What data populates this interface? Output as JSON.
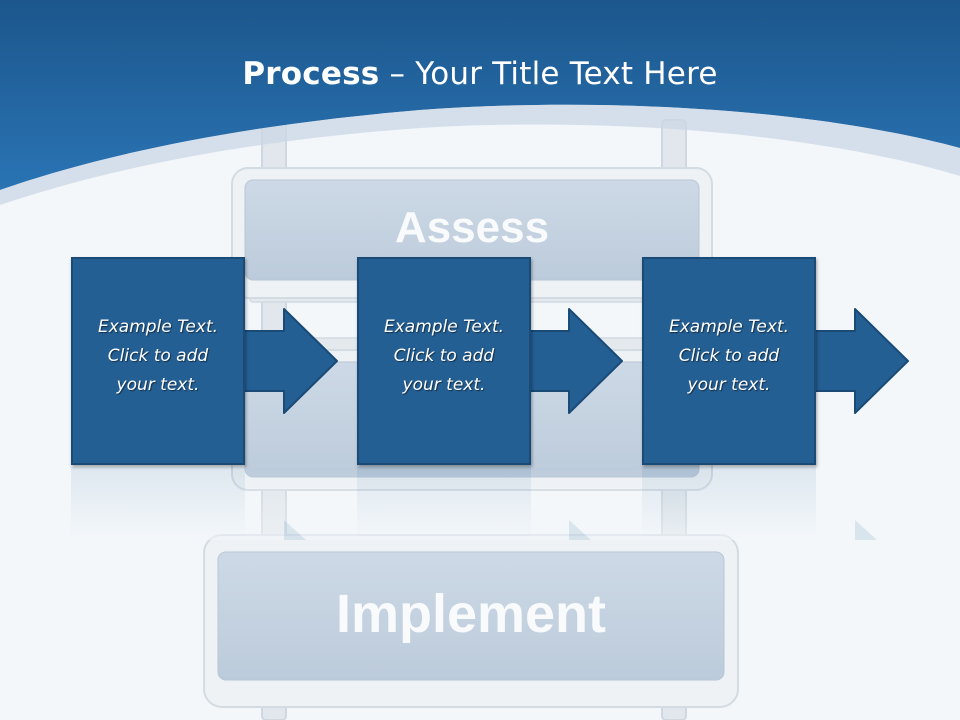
{
  "title": {
    "bold": "Process",
    "rest": " – Your Title Text Here"
  },
  "signs": {
    "top": "Assess",
    "bottom": "Implement"
  },
  "steps": [
    {
      "line1": "Example Text.",
      "line2": "Click  to add",
      "line3": "your text."
    },
    {
      "line1": "Example Text.",
      "line2": "Click  to add",
      "line3": "your text."
    },
    {
      "line1": "Example Text.",
      "line2": "Click  to add",
      "line3": "your text."
    }
  ],
  "colors": {
    "header": "#2166a5",
    "box": "#245f94",
    "sign": "#c2d0df",
    "background": "#f3f7fa"
  }
}
